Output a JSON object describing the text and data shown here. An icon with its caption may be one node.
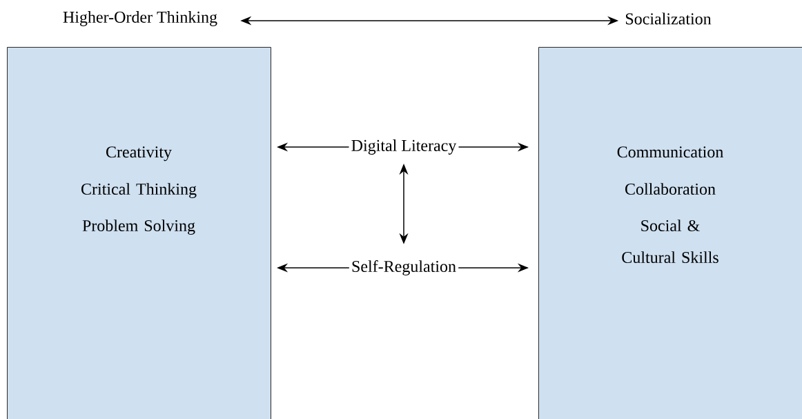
{
  "diagram": {
    "nodes": [
      {
        "text": [
          "Higher-Order Thinking"
        ]
      },
      {
        "text": [
          "Socialization"
        ]
      },
      {
        "text": [
          "Creativity",
          "Critical Thinking",
          "Problem Solving"
        ]
      },
      {
        "text": [
          "Digital Literacy"
        ]
      },
      {
        "text": [
          "Self-Regulation"
        ]
      },
      {
        "text": [
          "Communication",
          "Collaboration",
          "Social & Cultural Skills"
        ]
      }
    ],
    "edges": [
      {
        "from": 0,
        "to": 1,
        "arrow": "both"
      },
      {
        "from": 3,
        "to": 2,
        "arrow": "to"
      },
      {
        "from": 3,
        "to": 5,
        "arrow": "to"
      },
      {
        "from": 3,
        "to": 4,
        "arrow": "both"
      },
      {
        "from": 4,
        "to": 2,
        "arrow": "to"
      },
      {
        "from": 4,
        "to": 5,
        "arrow": "to"
      }
    ]
  }
}
